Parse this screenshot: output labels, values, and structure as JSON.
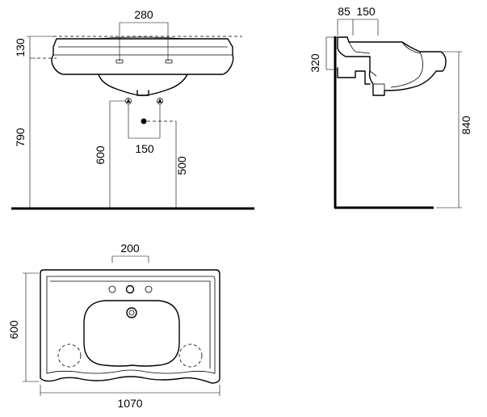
{
  "front_view": {
    "top_width": "280",
    "rim_height": "130",
    "overall_height": "790",
    "supply_height": "600",
    "drain_height": "500",
    "supply_spacing": "150"
  },
  "side_view": {
    "wall_offset": "85",
    "depth": "150",
    "basin_height": "320",
    "total_height": "840"
  },
  "top_view": {
    "tap_spacing": "200",
    "depth": "600",
    "width": "1070"
  }
}
